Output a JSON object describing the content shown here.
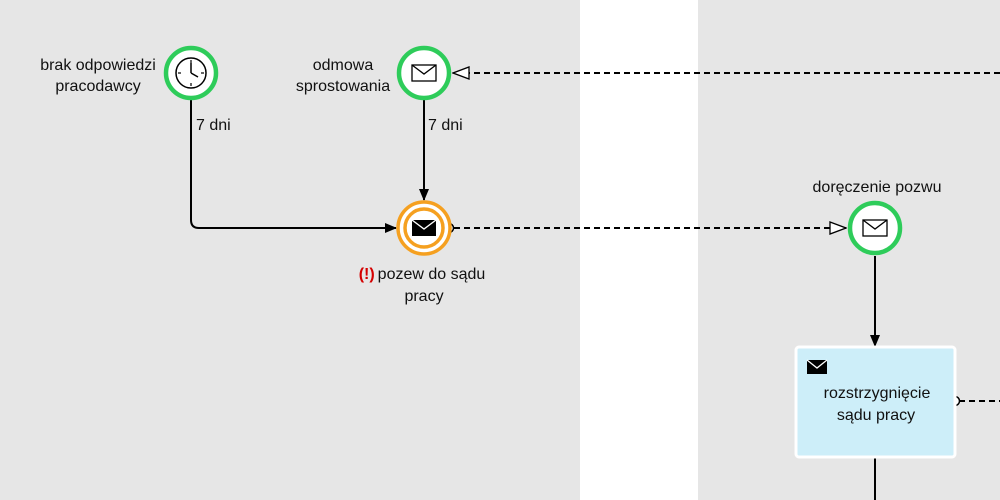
{
  "colors": {
    "lane_bg": "#e6e6e6",
    "gap_bg": "#ffffff",
    "start_event_stroke": "#2ecc5a",
    "throw_event_stroke": "#f5a020",
    "task_fill": "#cdeef9",
    "alert": "#d40000"
  },
  "events": {
    "timer": {
      "label_line1": "brak odpowiedzi",
      "label_line2": "pracodawcy",
      "flow_label": "7 dni",
      "icon": "clock-icon"
    },
    "refusal": {
      "label_line1": "odmowa",
      "label_line2": "sprostowania",
      "flow_label": "7 dni",
      "icon": "envelope-icon"
    },
    "lawsuit": {
      "alert_marker": "(!)",
      "label_line1": "pozew do sądu",
      "label_line2": "pracy",
      "icon": "envelope-filled-icon"
    },
    "delivery": {
      "label": "doręczenie pozwu",
      "icon": "envelope-icon"
    }
  },
  "task": {
    "label_line1": "rozstrzygnięcie",
    "label_line2": "sądu pracy",
    "icon": "envelope-filled-icon"
  }
}
